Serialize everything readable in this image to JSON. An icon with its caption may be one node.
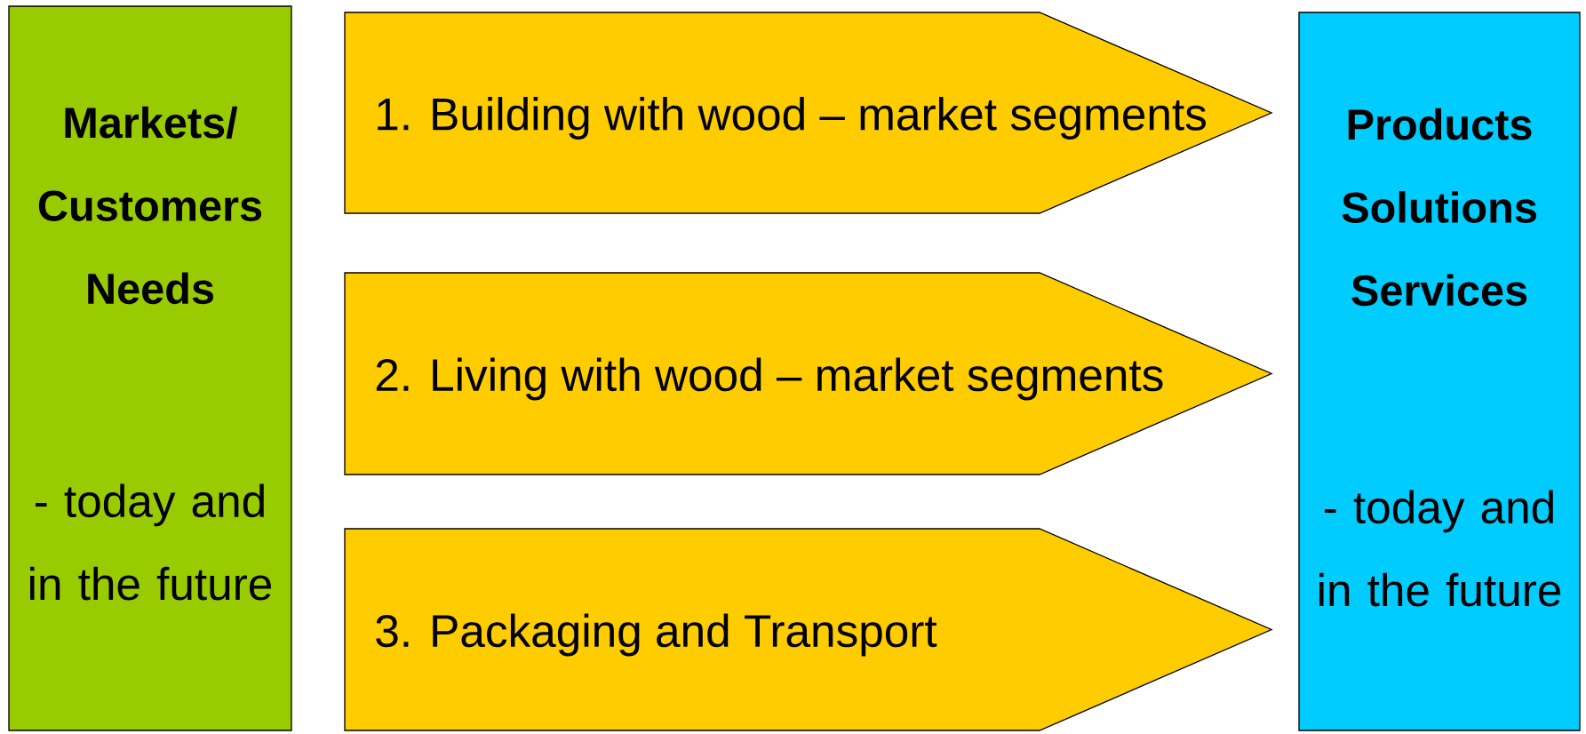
{
  "diagram": {
    "nodes": [
      {
        "text": [
          "Markets/ Customers Needs",
          "- today and in the future"
        ]
      },
      {
        "text": [
          "1. Building with wood – market segments"
        ]
      },
      {
        "text": [
          "2. Living with wood – market segments"
        ]
      },
      {
        "text": [
          "3. Packaging and Transport"
        ]
      },
      {
        "text": [
          "Products Solutions Services",
          "- today and in the future"
        ]
      }
    ]
  }
}
